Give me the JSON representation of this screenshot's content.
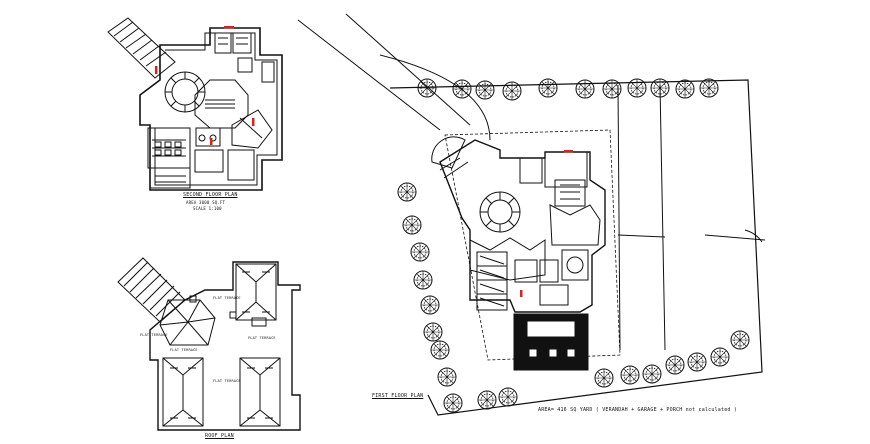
{
  "labels": {
    "second_floor_plan": "SECOND FLOOR PLAN",
    "second_floor_sub1": "AREA 3000 SQ.FT",
    "second_floor_sub2": "SCALE 1:100",
    "roof_plan": "ROOF PLAN",
    "first_floor_plan": "FIRST FLOOR PLAN",
    "area_note": "AREA= 416 SQ YARD ( VERANDAH + GARAGE + PORCH not calculated )",
    "roof_terrace_1": "FLAT TERRACE",
    "roof_terrace_2": "FLAT TERRACE",
    "roof_terrace_3": "FLAT TERRACE",
    "roof_terrace_4": "FLAT TERRACE",
    "roof_terrace_5": "FLAT TERRACE"
  },
  "colors": {
    "line": "#111111",
    "accent": "#e0201a",
    "fill_dark": "#111111",
    "background": "#ffffff"
  }
}
